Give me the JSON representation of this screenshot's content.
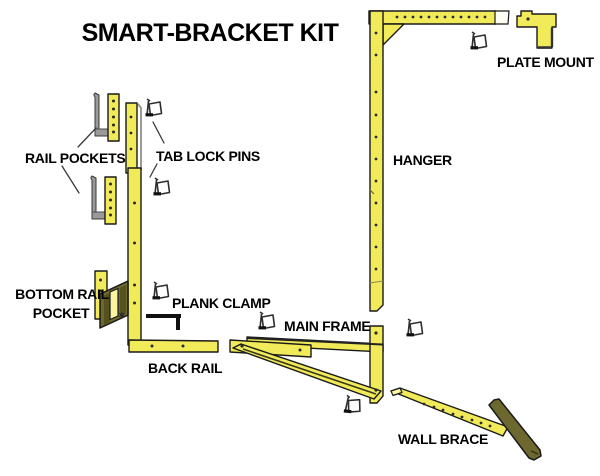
{
  "title": "SMART-BRACKET KIT",
  "parts": {
    "rail_pockets": {
      "label": "RAIL POCKETS"
    },
    "tab_lock_pins": {
      "label": "TAB LOCK PINS"
    },
    "plate_mount": {
      "label": "PLATE MOUNT"
    },
    "hanger": {
      "label": "HANGER"
    },
    "bottom_rail_pocket": {
      "label_line1": "BOTTOM RAIL",
      "label_line2": "POCKET"
    },
    "plank_clamp": {
      "label": "PLANK CLAMP"
    },
    "main_frame": {
      "label": "MAIN FRAME"
    },
    "back_rail": {
      "label": "BACK RAIL"
    },
    "wall_brace": {
      "label": "WALL BRACE"
    }
  },
  "icons": {
    "tab_lock_pin_icon": "hitch-pin-clip",
    "plank_clamp_icon": "l-bracket-clamp"
  },
  "colors": {
    "part_yellow": "#F1EB5A",
    "part_yellow_lt": "#F8F4A0",
    "part_olive": "#6C682F",
    "part_olive_dk": "#55521F",
    "part_gray": "#9A9A9A",
    "outline": "#1A1A1A",
    "text": "#000000",
    "bg": "#FFFFFF"
  }
}
